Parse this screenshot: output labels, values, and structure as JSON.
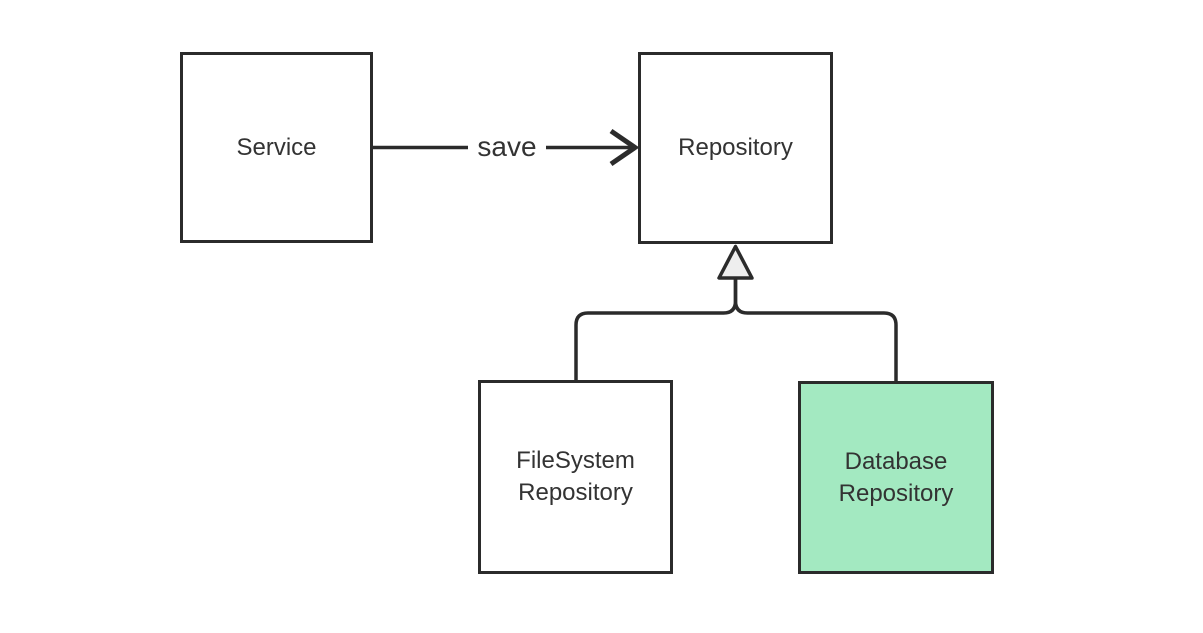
{
  "diagram": {
    "kind": "inheritance-flowchart",
    "colors": {
      "stroke": "#2b2b2b",
      "text": "#333333",
      "node_fill": "#ffffff",
      "highlight_fill": "#a3e9c1",
      "triangle_fill": "#eeeeee",
      "background": "#ffffff"
    },
    "nodes": [
      {
        "id": "service",
        "label": "Service",
        "highlighted": false
      },
      {
        "id": "repository",
        "label": "Repository",
        "highlighted": false
      },
      {
        "id": "filesystem-repository",
        "label": "FileSystem Repository",
        "lines": [
          "FileSystem",
          "Repository"
        ],
        "highlighted": false
      },
      {
        "id": "database-repository",
        "label": "Database Repository",
        "lines": [
          "Database",
          "Repository"
        ],
        "highlighted": true
      }
    ],
    "edges": [
      {
        "from": "service",
        "to": "repository",
        "label": "save",
        "kind": "arrow"
      },
      {
        "from": "filesystem-repository",
        "to": "repository",
        "label": "",
        "kind": "inheritance"
      },
      {
        "from": "database-repository",
        "to": "repository",
        "label": "",
        "kind": "inheritance"
      }
    ]
  }
}
